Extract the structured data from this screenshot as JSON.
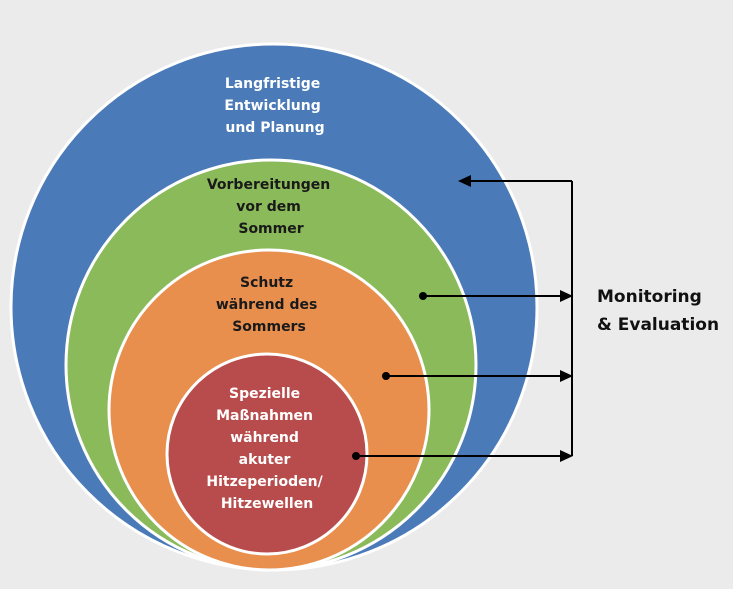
{
  "layers": [
    {
      "id": "langfristig",
      "lines": [
        "Langfristige",
        "Entwicklung",
        "und Planung"
      ],
      "color": "#4a7ab8",
      "text_color": "#ffffff"
    },
    {
      "id": "vorbereitung",
      "lines": [
        "Vorbereitungen",
        "vor dem",
        "Sommer"
      ],
      "color": "#8aba5a",
      "text_color": "#1a1a1a"
    },
    {
      "id": "schutz",
      "lines": [
        "Schutz",
        "während des",
        "Sommers"
      ],
      "color": "#e88f4e",
      "text_color": "#1a1a1a"
    },
    {
      "id": "speziell",
      "lines": [
        "Spezielle",
        "Maßnahmen",
        "während",
        "akuter",
        "Hitzeperioden/",
        "Hitzewellen"
      ],
      "color": "#b84b4b",
      "text_color": "#ffffff"
    }
  ],
  "monitoring": {
    "lines": [
      "Monitoring",
      "& Evaluation"
    ]
  },
  "colors": {
    "background": "#ebebeb",
    "outline": "#ffffff",
    "arrows": "#000000"
  }
}
